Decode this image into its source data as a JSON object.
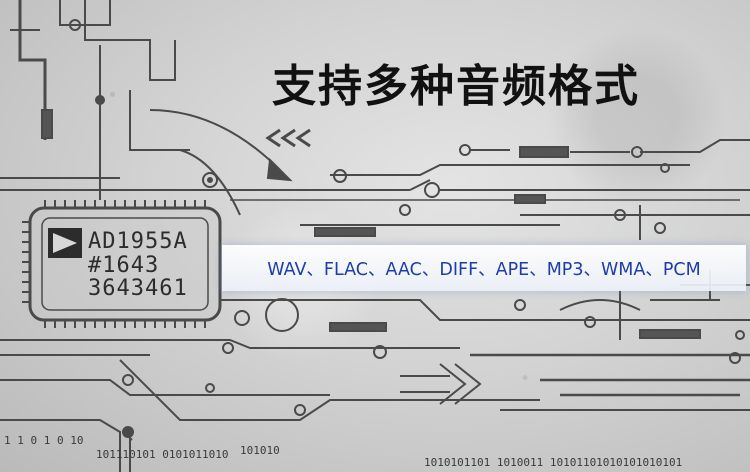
{
  "heading": "支持多种音频格式",
  "chip": {
    "line1": "AD1955A",
    "line2": "#1643",
    "line3": "3643461"
  },
  "formats_banner": "WAV、FLAC、AAC、DIFF、APE、MP3、WMA、PCM",
  "binary_strings": {
    "left": "1 1 0 1 0 10",
    "middle": "101110101 0101011010",
    "mid_right": "101010",
    "bottom": "1010101101 1010011 10101101010101010101"
  }
}
